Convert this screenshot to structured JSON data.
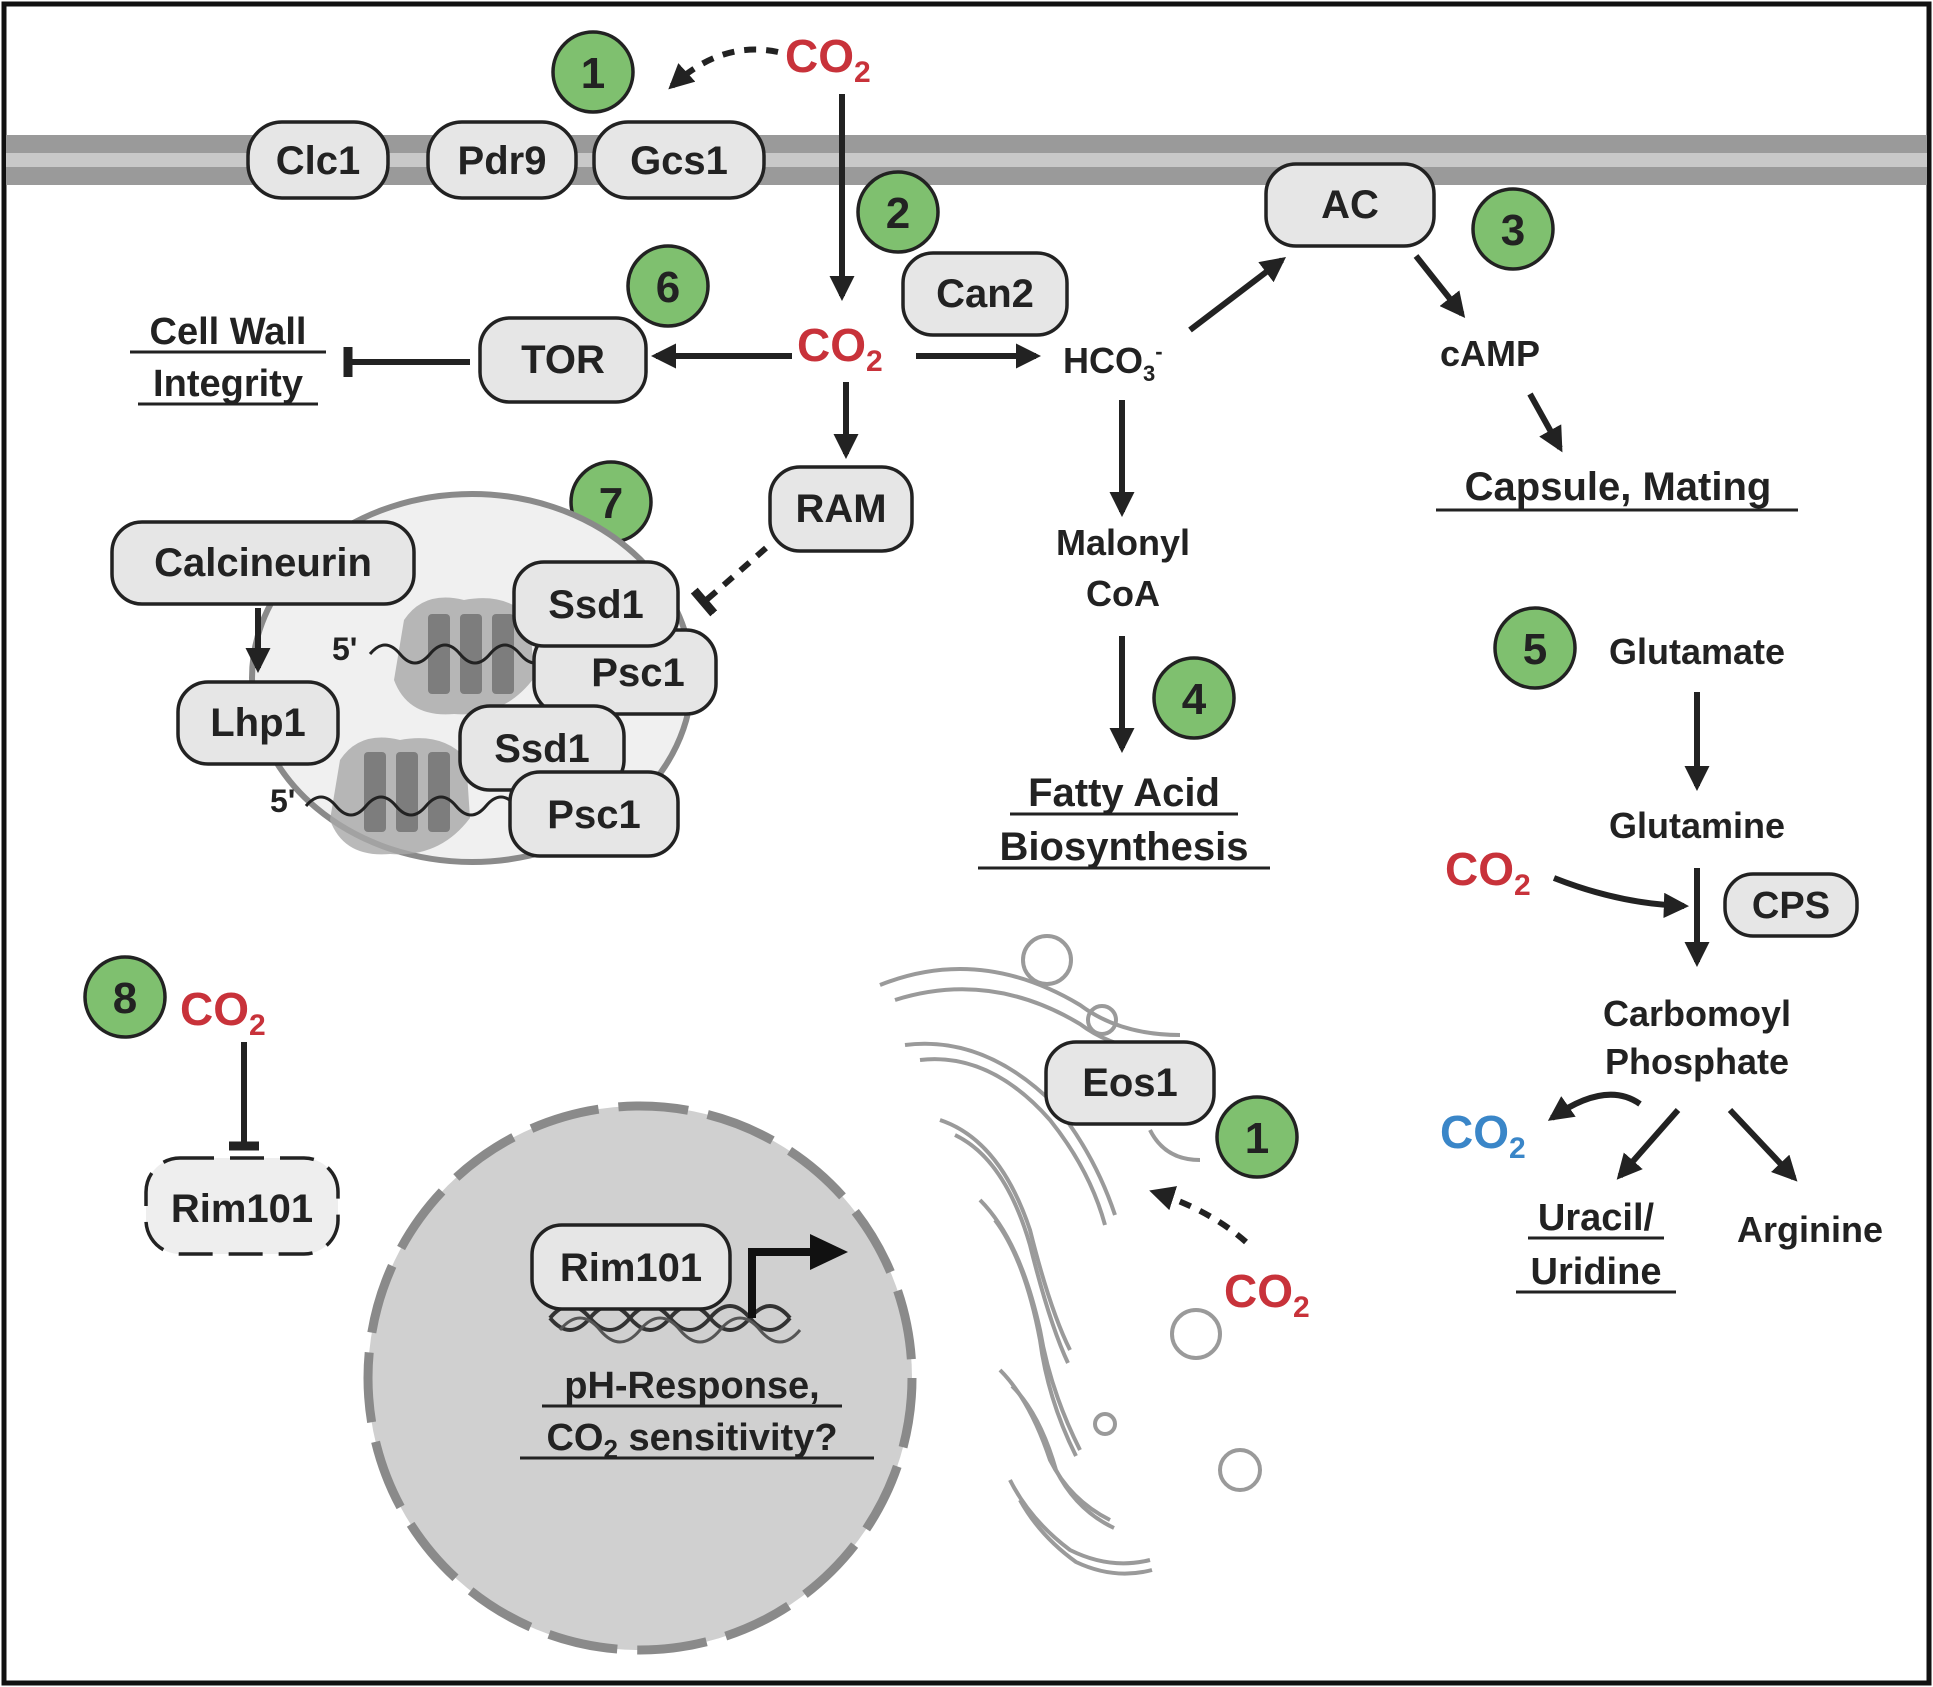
{
  "membrane_proteins": [
    "Clc1",
    "Pdr9",
    "Gcs1"
  ],
  "steps": [
    "1",
    "2",
    "3",
    "4",
    "5",
    "6",
    "7",
    "8",
    "1"
  ],
  "co2_label": "CO",
  "co2_subscript": "2",
  "nodes": {
    "can2": "Can2",
    "ac": "AC",
    "tor": "TOR",
    "ram": "RAM",
    "calcineurin": "Calcineurin",
    "lhp1": "Lhp1",
    "ssd1_a": "Ssd1",
    "psc1_a": "Psc1",
    "ssd1_b": "Ssd1",
    "psc1_b": "Psc1",
    "eos1": "Eos1",
    "rim101_cyto": "Rim101",
    "rim101_nuc": "Rim101",
    "cps": "CPS"
  },
  "labels": {
    "hco3": "HCO",
    "hco3_sub": "3",
    "hco3_sup": "-",
    "camp": "cAMP",
    "malonyl": "Malonyl",
    "coa": "CoA",
    "glutamate": "Glutamate",
    "glutamine": "Glutamine",
    "carbomoyl": "Carbomoyl",
    "phosphate": "Phosphate",
    "arginine": "Arginine",
    "five_prime_a": "5'",
    "five_prime_b": "5'"
  },
  "outcomes": {
    "cell_wall_1": "Cell Wall",
    "cell_wall_2": "Integrity",
    "capsule": "Capsule, Mating",
    "fatty_1": "Fatty Acid",
    "fatty_2": "Biosynthesis",
    "uracil_1": "Uracil/",
    "uracil_2": "Uridine",
    "ph_1": "pH-Response,",
    "ph_2_suffix": " sensitivity?"
  },
  "colors": {
    "co2_red": "#c8323a",
    "co2_blue": "#3a86c8",
    "badge_green": "#7fc06f",
    "node_fill": "#e6e6e6",
    "membrane": "#9a9a9a",
    "nucleus": "#cfcfcf"
  }
}
